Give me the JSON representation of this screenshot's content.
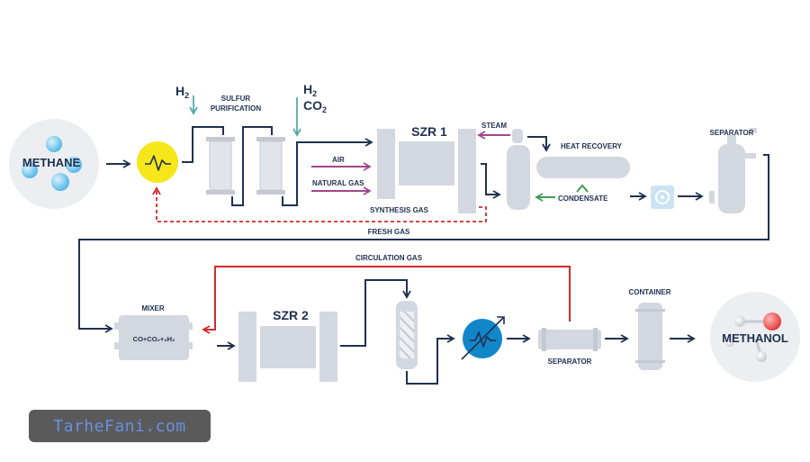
{
  "labels": {
    "methane": "METHANE",
    "methanol": "METHANOL",
    "h2_top": "H",
    "h2_top_sub": "2",
    "h2_right": "H",
    "h2_right_sub": "2",
    "co2": "CO",
    "co2_sub": "2",
    "sulfur_line1": "SULFUR",
    "sulfur_line2": "PURIFICATION",
    "szr1": "SZR 1",
    "szr2": "SZR 2",
    "steam": "STEAM",
    "heat_recovery": "HEAT RECOVERY",
    "air": "AIR",
    "natural_gas": "NATURAL GAS",
    "synthesis_gas": "SYNTHESIS GAS",
    "condensate": "CONDENSATE",
    "separator_top": "SEPARATOR",
    "fresh_gas": "FRESH GAS",
    "circulation_gas": "CIRCULATION GAS",
    "mixer": "MIXER",
    "mixer_formula": "CO+CO₂+₂H₂",
    "container": "CONTAINER",
    "separator_bottom": "SEPARATOR"
  },
  "watermark": "TarheFani.com",
  "colors": {
    "line": "#1f3150",
    "equipment": "#d3d7df",
    "purple": "#a3478e",
    "green": "#3d9a56",
    "red": "#d42a2a",
    "teal": "#5aa7a7",
    "yellow": "#f6e61a",
    "blue": "#1186c8"
  },
  "icons": [
    "wave-icon",
    "pump-icon",
    "heat-exchanger-icon",
    "molecule-icon"
  ]
}
